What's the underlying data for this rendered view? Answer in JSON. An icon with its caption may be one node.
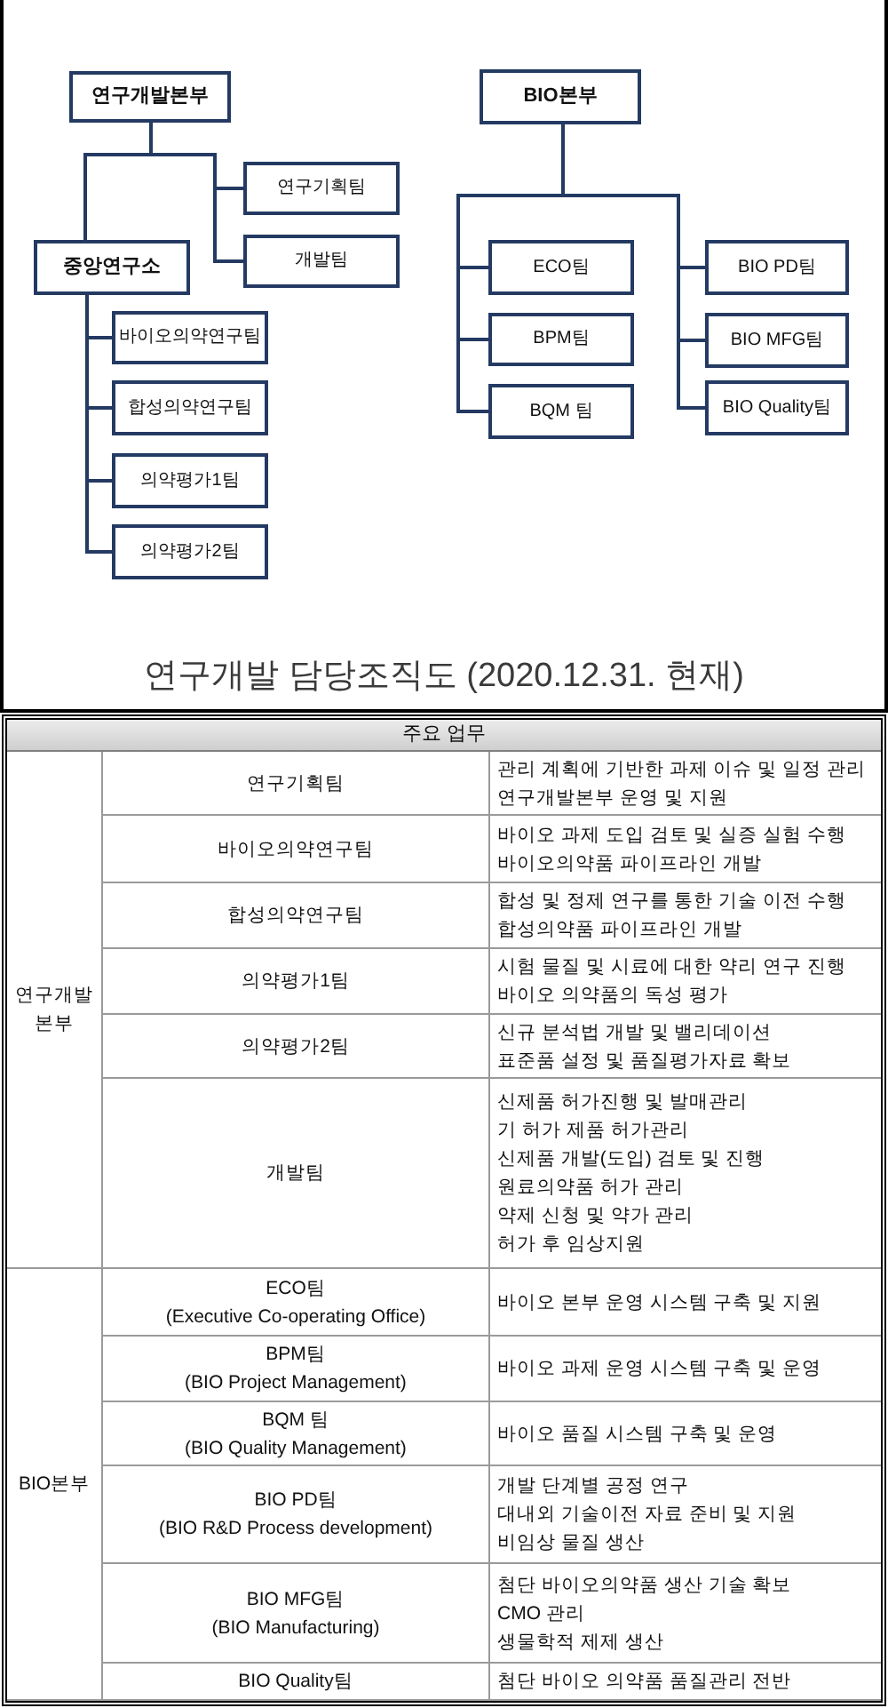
{
  "diagram": {
    "caption": "연구개발 담당조직도 (2020.12.31. 현재)",
    "nodes": [
      {
        "text": [
          "연구개발본부"
        ]
      },
      {
        "text": [
          "연구기획팀"
        ]
      },
      {
        "text": [
          "개발팀"
        ]
      },
      {
        "text": [
          "중앙연구소"
        ]
      },
      {
        "text": [
          "바이오의약연구팀"
        ]
      },
      {
        "text": [
          "합성의약연구팀"
        ]
      },
      {
        "text": [
          "의약평가1팀"
        ]
      },
      {
        "text": [
          "의약평가2팀"
        ]
      },
      {
        "text": [
          "BIO본부"
        ]
      },
      {
        "text": [
          "ECO팀"
        ]
      },
      {
        "text": [
          "BPM팀"
        ]
      },
      {
        "text": [
          "BQM 팀"
        ]
      },
      {
        "text": [
          "BIO PD팀"
        ]
      },
      {
        "text": [
          "BIO MFG팀"
        ]
      },
      {
        "text": [
          "BIO Quality팀"
        ]
      }
    ],
    "edges": [
      {
        "from": 0,
        "to": 1,
        "arrow": "none"
      },
      {
        "from": 0,
        "to": 2,
        "arrow": "none"
      },
      {
        "from": 0,
        "to": 3,
        "arrow": "none"
      },
      {
        "from": 3,
        "to": 4,
        "arrow": "none"
      },
      {
        "from": 3,
        "to": 5,
        "arrow": "none"
      },
      {
        "from": 3,
        "to": 6,
        "arrow": "none"
      },
      {
        "from": 3,
        "to": 7,
        "arrow": "none"
      },
      {
        "from": 8,
        "to": 9,
        "arrow": "none"
      },
      {
        "from": 8,
        "to": 10,
        "arrow": "none"
      },
      {
        "from": 8,
        "to": 11,
        "arrow": "none"
      },
      {
        "from": 8,
        "to": 12,
        "arrow": "none"
      },
      {
        "from": 8,
        "to": 13,
        "arrow": "none"
      },
      {
        "from": 8,
        "to": 14,
        "arrow": "none"
      }
    ],
    "labels": [
      "주요 업무",
      "연구개발 본부",
      "연구기획팀",
      "관리 계획에 기반한 과제 이슈 및 일정 관리",
      "연구개발본부 운영 및 지원",
      "바이오의약연구팀",
      "바이오 과제 도입 검토 및 실증 실험 수행",
      "바이오의약품 파이프라인 개발",
      "합성의약연구팀",
      "합성 및 정제 연구를 통한 기술 이전 수행",
      "합성의약품 파이프라인 개발",
      "의약평가1팀",
      "시험 물질 및 시료에 대한 약리 연구 진행",
      "바이오 의약품의 독성 평가",
      "의약평가2팀",
      "신규 분석법 개발 및 밸리데이션",
      "표준품 설정 및 품질평가자료 확보",
      "개발팀",
      "신제품 허가진행 및 발매관리",
      "기 허가 제품 허가관리",
      "신제품 개발(도입) 검토 및 진행",
      "원료의약품 허가 관리",
      "약제 신청 및 약가 관리",
      "허가 후 임상지원",
      "BIO본부",
      "ECO팀",
      "(Executive Co-operating Office)",
      "바이오 본부 운영 시스템 구축 및 지원",
      "BPM팀",
      "(BIO Project Management)",
      "바이오 과제 운영 시스템 구축 및 운영",
      "BQM 팀",
      "(BIO Quality Management)",
      "바이오 품질 시스템 구축 및 운영",
      "BIO PD팀",
      "(BIO R&D Process development)",
      "개발 단계별 공정 연구",
      "대내외 기술이전 자료 준비 및 지원",
      "비임상 물질 생산",
      "BIO MFG팀",
      "(BIO Manufacturing)",
      "첨단 바이오의약품 생산 기술 확보",
      "CMO 관리",
      "생물학적 제제 생산",
      "BIO Quality팀",
      "첨단 바이오 의약품 품질관리 전반"
    ]
  }
}
